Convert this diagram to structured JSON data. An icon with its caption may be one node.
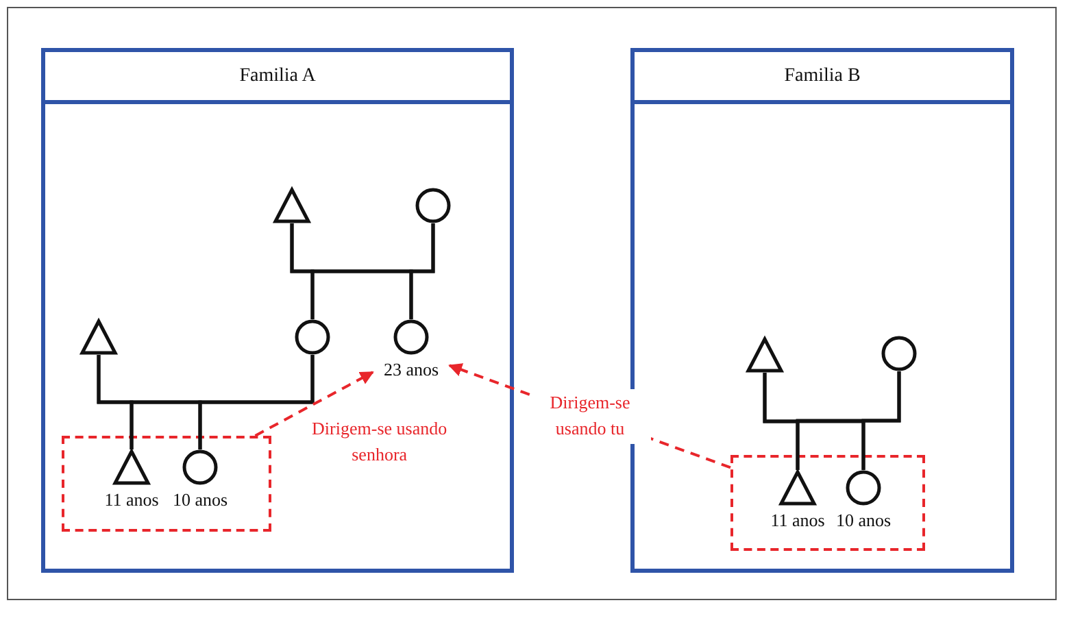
{
  "diagram": {
    "nodes": [
      {
        "text": [
          "Familia A"
        ]
      },
      {
        "text": [],
        "shape": "triangle",
        "in": 0
      },
      {
        "text": [],
        "shape": "circle",
        "in": 0
      },
      {
        "text": [],
        "shape": "triangle",
        "in": 0
      },
      {
        "text": [],
        "shape": "circle",
        "in": 0
      },
      {
        "text": [],
        "shape": "circle",
        "in": 0,
        "beside": [
          "23 anos"
        ]
      },
      {
        "text": [],
        "shape": "box",
        "in": 0
      },
      {
        "text": [],
        "shape": "triangle",
        "in": 6,
        "beside": [
          "11 anos"
        ]
      },
      {
        "text": [],
        "shape": "circle",
        "in": 6,
        "beside": [
          "10 anos"
        ]
      },
      {
        "text": [
          "Familia B"
        ]
      },
      {
        "text": [],
        "shape": "triangle",
        "in": 9
      },
      {
        "text": [],
        "shape": "circle",
        "in": 9
      },
      {
        "text": [],
        "shape": "box",
        "in": 9
      },
      {
        "text": [],
        "shape": "triangle",
        "in": 12,
        "beside": [
          "11 anos"
        ]
      },
      {
        "text": [],
        "shape": "circle",
        "in": 12,
        "beside": [
          "10 anos"
        ]
      }
    ],
    "edges": [
      {
        "from": 1,
        "to": 4,
        "arrow": "none"
      },
      {
        "from": 1,
        "to": 5,
        "arrow": "none"
      },
      {
        "from": 2,
        "to": 4,
        "arrow": "none"
      },
      {
        "from": 2,
        "to": 5,
        "arrow": "none"
      },
      {
        "from": 3,
        "to": 7,
        "arrow": "none"
      },
      {
        "from": 3,
        "to": 8,
        "arrow": "none"
      },
      {
        "from": 4,
        "to": 7,
        "arrow": "none"
      },
      {
        "from": 4,
        "to": 8,
        "arrow": "none"
      },
      {
        "from": 10,
        "to": 13,
        "arrow": "none"
      },
      {
        "from": 10,
        "to": 14,
        "arrow": "none"
      },
      {
        "from": 11,
        "to": 13,
        "arrow": "none"
      },
      {
        "from": 11,
        "to": 14,
        "arrow": "none"
      },
      {
        "from": 6,
        "to": 5,
        "arrow": "to",
        "label": "Dirigem-se usando senhora",
        "style": "dashed",
        "color": "#e8262b"
      },
      {
        "from": 12,
        "to": 5,
        "arrow": "to",
        "label": "Dirigem-se usando tu",
        "style": "dashed",
        "color": "#e8262b"
      }
    ]
  }
}
